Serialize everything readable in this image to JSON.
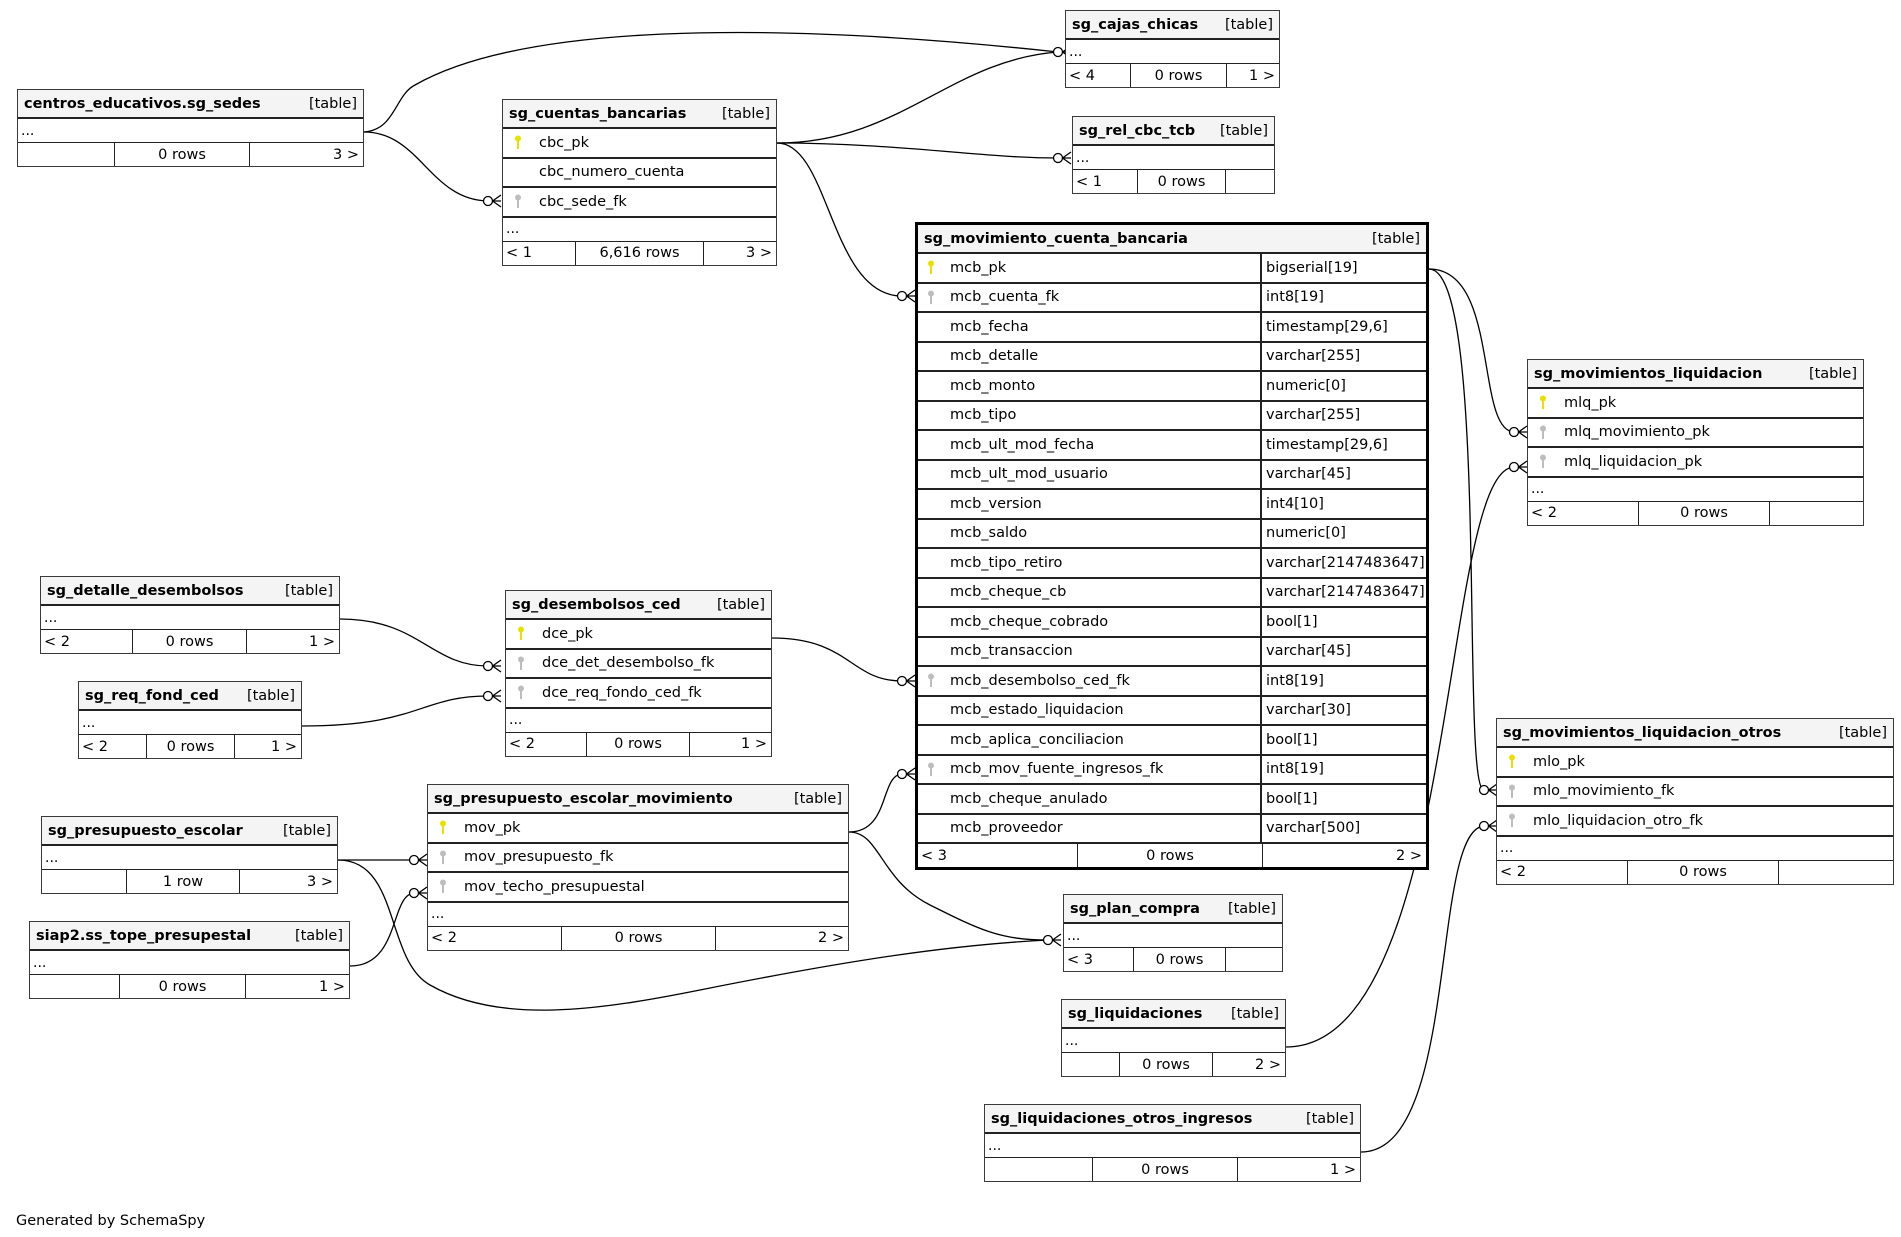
{
  "colors": {
    "pk_key": "#e8e000",
    "fk_key": "#bdbdbd",
    "border": "#222222",
    "header_bg": "#f4f4f4"
  },
  "footer": "Generated by SchemaSpy",
  "tables": [
    {
      "id": "sg_sedes",
      "name": "centros_educativos.sg_sedes",
      "type": "[table]",
      "columns": [],
      "more": "...",
      "parents": "",
      "rows": "0 rows",
      "children": "3 >"
    },
    {
      "id": "sg_cuentas_bancarias",
      "name": "sg_cuentas_bancarias",
      "type": "[table]",
      "columns": [
        {
          "name": "cbc_pk",
          "key": "pk"
        },
        {
          "name": "cbc_numero_cuenta",
          "key": ""
        },
        {
          "name": "cbc_sede_fk",
          "key": "fk"
        }
      ],
      "more": "...",
      "parents": "< 1",
      "rows": "6,616 rows",
      "children": "3 >"
    },
    {
      "id": "sg_cajas_chicas",
      "name": "sg_cajas_chicas",
      "type": "[table]",
      "columns": [],
      "more": "...",
      "parents": "< 4",
      "rows": "0 rows",
      "children": "1 >"
    },
    {
      "id": "sg_rel_cbc_tcb",
      "name": "sg_rel_cbc_tcb",
      "type": "[table]",
      "columns": [],
      "more": "...",
      "parents": "< 1",
      "rows": "0 rows",
      "children": ""
    },
    {
      "id": "sg_movimiento_cuenta_bancaria",
      "name": "sg_movimiento_cuenta_bancaria",
      "type": "[table]",
      "columns": [
        {
          "name": "mcb_pk",
          "key": "pk",
          "type": "bigserial[19]"
        },
        {
          "name": "mcb_cuenta_fk",
          "key": "fk",
          "type": "int8[19]"
        },
        {
          "name": "mcb_fecha",
          "key": "",
          "type": "timestamp[29,6]"
        },
        {
          "name": "mcb_detalle",
          "key": "",
          "type": "varchar[255]"
        },
        {
          "name": "mcb_monto",
          "key": "",
          "type": "numeric[0]"
        },
        {
          "name": "mcb_tipo",
          "key": "",
          "type": "varchar[255]"
        },
        {
          "name": "mcb_ult_mod_fecha",
          "key": "",
          "type": "timestamp[29,6]"
        },
        {
          "name": "mcb_ult_mod_usuario",
          "key": "",
          "type": "varchar[45]"
        },
        {
          "name": "mcb_version",
          "key": "",
          "type": "int4[10]"
        },
        {
          "name": "mcb_saldo",
          "key": "",
          "type": "numeric[0]"
        },
        {
          "name": "mcb_tipo_retiro",
          "key": "",
          "type": "varchar[2147483647]"
        },
        {
          "name": "mcb_cheque_cb",
          "key": "",
          "type": "varchar[2147483647]"
        },
        {
          "name": "mcb_cheque_cobrado",
          "key": "",
          "type": "bool[1]"
        },
        {
          "name": "mcb_transaccion",
          "key": "",
          "type": "varchar[45]"
        },
        {
          "name": "mcb_desembolso_ced_fk",
          "key": "fk",
          "type": "int8[19]"
        },
        {
          "name": "mcb_estado_liquidacion",
          "key": "",
          "type": "varchar[30]"
        },
        {
          "name": "mcb_aplica_conciliacion",
          "key": "",
          "type": "bool[1]"
        },
        {
          "name": "mcb_mov_fuente_ingresos_fk",
          "key": "fk",
          "type": "int8[19]"
        },
        {
          "name": "mcb_cheque_anulado",
          "key": "",
          "type": "bool[1]"
        },
        {
          "name": "mcb_proveedor",
          "key": "",
          "type": "varchar[500]"
        }
      ],
      "more": "",
      "parents": "< 3",
      "rows": "0 rows",
      "children": "2 >"
    },
    {
      "id": "sg_movimientos_liquidacion",
      "name": "sg_movimientos_liquidacion",
      "type": "[table]",
      "columns": [
        {
          "name": "mlq_pk",
          "key": "pk"
        },
        {
          "name": "mlq_movimiento_pk",
          "key": "fk"
        },
        {
          "name": "mlq_liquidacion_pk",
          "key": "fk"
        }
      ],
      "more": "...",
      "parents": "< 2",
      "rows": "0 rows",
      "children": ""
    },
    {
      "id": "sg_movimientos_liquidacion_otros",
      "name": "sg_movimientos_liquidacion_otros",
      "type": "[table]",
      "columns": [
        {
          "name": "mlo_pk",
          "key": "pk"
        },
        {
          "name": "mlo_movimiento_fk",
          "key": "fk"
        },
        {
          "name": "mlo_liquidacion_otro_fk",
          "key": "fk"
        }
      ],
      "more": "...",
      "parents": "< 2",
      "rows": "0 rows",
      "children": ""
    },
    {
      "id": "sg_detalle_desembolsos",
      "name": "sg_detalle_desembolsos",
      "type": "[table]",
      "columns": [],
      "more": "...",
      "parents": "< 2",
      "rows": "0 rows",
      "children": "1 >"
    },
    {
      "id": "sg_req_fond_ced",
      "name": "sg_req_fond_ced",
      "type": "[table]",
      "columns": [],
      "more": "...",
      "parents": "< 2",
      "rows": "0 rows",
      "children": "1 >"
    },
    {
      "id": "sg_desembolsos_ced",
      "name": "sg_desembolsos_ced",
      "type": "[table]",
      "columns": [
        {
          "name": "dce_pk",
          "key": "pk"
        },
        {
          "name": "dce_det_desembolso_fk",
          "key": "fk"
        },
        {
          "name": "dce_req_fondo_ced_fk",
          "key": "fk"
        }
      ],
      "more": "...",
      "parents": "< 2",
      "rows": "0 rows",
      "children": "1 >"
    },
    {
      "id": "sg_presupuesto_escolar",
      "name": "sg_presupuesto_escolar",
      "type": "[table]",
      "columns": [],
      "more": "...",
      "parents": "",
      "rows": "1 row",
      "children": "3 >"
    },
    {
      "id": "ss_tope_presupestal",
      "name": "siap2.ss_tope_presupestal",
      "type": "[table]",
      "columns": [],
      "more": "...",
      "parents": "",
      "rows": "0 rows",
      "children": "1 >"
    },
    {
      "id": "sg_presupuesto_escolar_movimiento",
      "name": "sg_presupuesto_escolar_movimiento",
      "type": "[table]",
      "columns": [
        {
          "name": "mov_pk",
          "key": "pk"
        },
        {
          "name": "mov_presupuesto_fk",
          "key": "fk"
        },
        {
          "name": "mov_techo_presupuestal",
          "key": "fk"
        }
      ],
      "more": "...",
      "parents": "< 2",
      "rows": "0 rows",
      "children": "2 >"
    },
    {
      "id": "sg_plan_compra",
      "name": "sg_plan_compra",
      "type": "[table]",
      "columns": [],
      "more": "...",
      "parents": "< 3",
      "rows": "0 rows",
      "children": ""
    },
    {
      "id": "sg_liquidaciones",
      "name": "sg_liquidaciones",
      "type": "[table]",
      "columns": [],
      "more": "...",
      "parents": "",
      "rows": "0 rows",
      "children": "2 >"
    },
    {
      "id": "sg_liquidaciones_otros_ingresos",
      "name": "sg_liquidaciones_otros_ingresos",
      "type": "[table]",
      "columns": [],
      "more": "...",
      "parents": "",
      "rows": "0 rows",
      "children": "1 >"
    }
  ],
  "relationships": [
    {
      "from": "centros_educativos.sg_sedes",
      "to": "sg_cajas_chicas"
    },
    {
      "from": "centros_educativos.sg_sedes",
      "to": "sg_cuentas_bancarias.cbc_sede_fk"
    },
    {
      "from": "sg_cuentas_bancarias.cbc_pk",
      "to": "sg_cajas_chicas"
    },
    {
      "from": "sg_cuentas_bancarias.cbc_pk",
      "to": "sg_rel_cbc_tcb"
    },
    {
      "from": "sg_cuentas_bancarias.cbc_pk",
      "to": "sg_movimiento_cuenta_bancaria.mcb_cuenta_fk"
    },
    {
      "from": "sg_movimiento_cuenta_bancaria.mcb_pk",
      "to": "sg_movimientos_liquidacion.mlq_movimiento_pk"
    },
    {
      "from": "sg_movimiento_cuenta_bancaria.mcb_pk",
      "to": "sg_movimientos_liquidacion_otros.mlo_movimiento_fk"
    },
    {
      "from": "sg_liquidaciones",
      "to": "sg_movimientos_liquidacion.mlq_liquidacion_pk"
    },
    {
      "from": "sg_liquidaciones_otros_ingresos",
      "to": "sg_movimientos_liquidacion_otros.mlo_liquidacion_otro_fk"
    },
    {
      "from": "sg_detalle_desembolsos",
      "to": "sg_desembolsos_ced.dce_det_desembolso_fk"
    },
    {
      "from": "sg_req_fond_ced",
      "to": "sg_desembolsos_ced.dce_req_fondo_ced_fk"
    },
    {
      "from": "sg_desembolsos_ced.dce_pk",
      "to": "sg_movimiento_cuenta_bancaria.mcb_desembolso_ced_fk"
    },
    {
      "from": "sg_presupuesto_escolar_movimiento.mov_pk",
      "to": "sg_movimiento_cuenta_bancaria.mcb_mov_fuente_ingresos_fk"
    },
    {
      "from": "sg_presupuesto_escolar_movimiento.mov_pk",
      "to": "sg_plan_compra"
    },
    {
      "from": "sg_presupuesto_escolar",
      "to": "sg_presupuesto_escolar_movimiento.mov_presupuesto_fk"
    },
    {
      "from": "sg_presupuesto_escolar",
      "to": "sg_plan_compra"
    },
    {
      "from": "siap2.ss_tope_presupestal",
      "to": "sg_presupuesto_escolar_movimiento.mov_techo_presupuestal"
    }
  ]
}
